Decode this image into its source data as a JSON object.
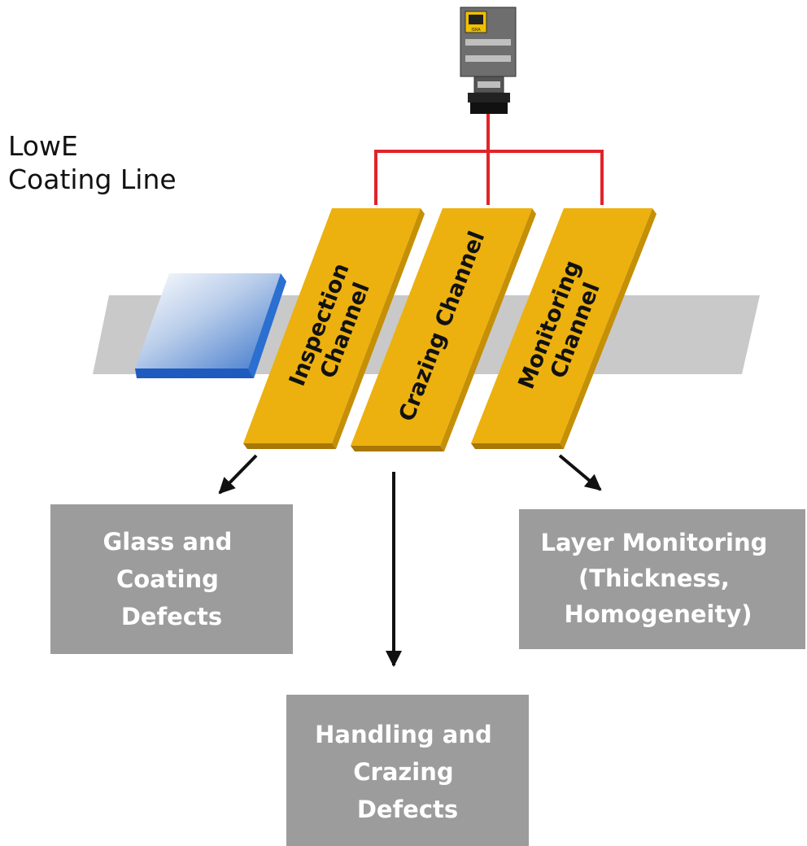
{
  "title": {
    "line1": "LowE",
    "line2": "Coating Line"
  },
  "channels": [
    {
      "id": "inspection",
      "line1": "Inspection",
      "line2": "Channel"
    },
    {
      "id": "crazing",
      "line1": "Crazing Channel"
    },
    {
      "id": "monitoring",
      "line1": "Monitoring",
      "line2": "Channel"
    }
  ],
  "outputs": {
    "glass": {
      "lines": [
        "Glass and",
        "Coating",
        "Defects"
      ]
    },
    "handling": {
      "lines": [
        "Handling and",
        "Crazing",
        "Defects"
      ]
    },
    "layer": {
      "lines": [
        "Layer Monitoring",
        "(Thickness,",
        "Homogeneity)"
      ]
    }
  },
  "camera": {
    "badge_text": "ISRA"
  },
  "colors": {
    "channel_fill": "#ecb10f",
    "channel_side": "#c58f06",
    "wire": "#e0242a",
    "conveyor": "#c9c9c9",
    "output_box": "#9c9c9c",
    "glass_pane": "#2b6fd0"
  }
}
